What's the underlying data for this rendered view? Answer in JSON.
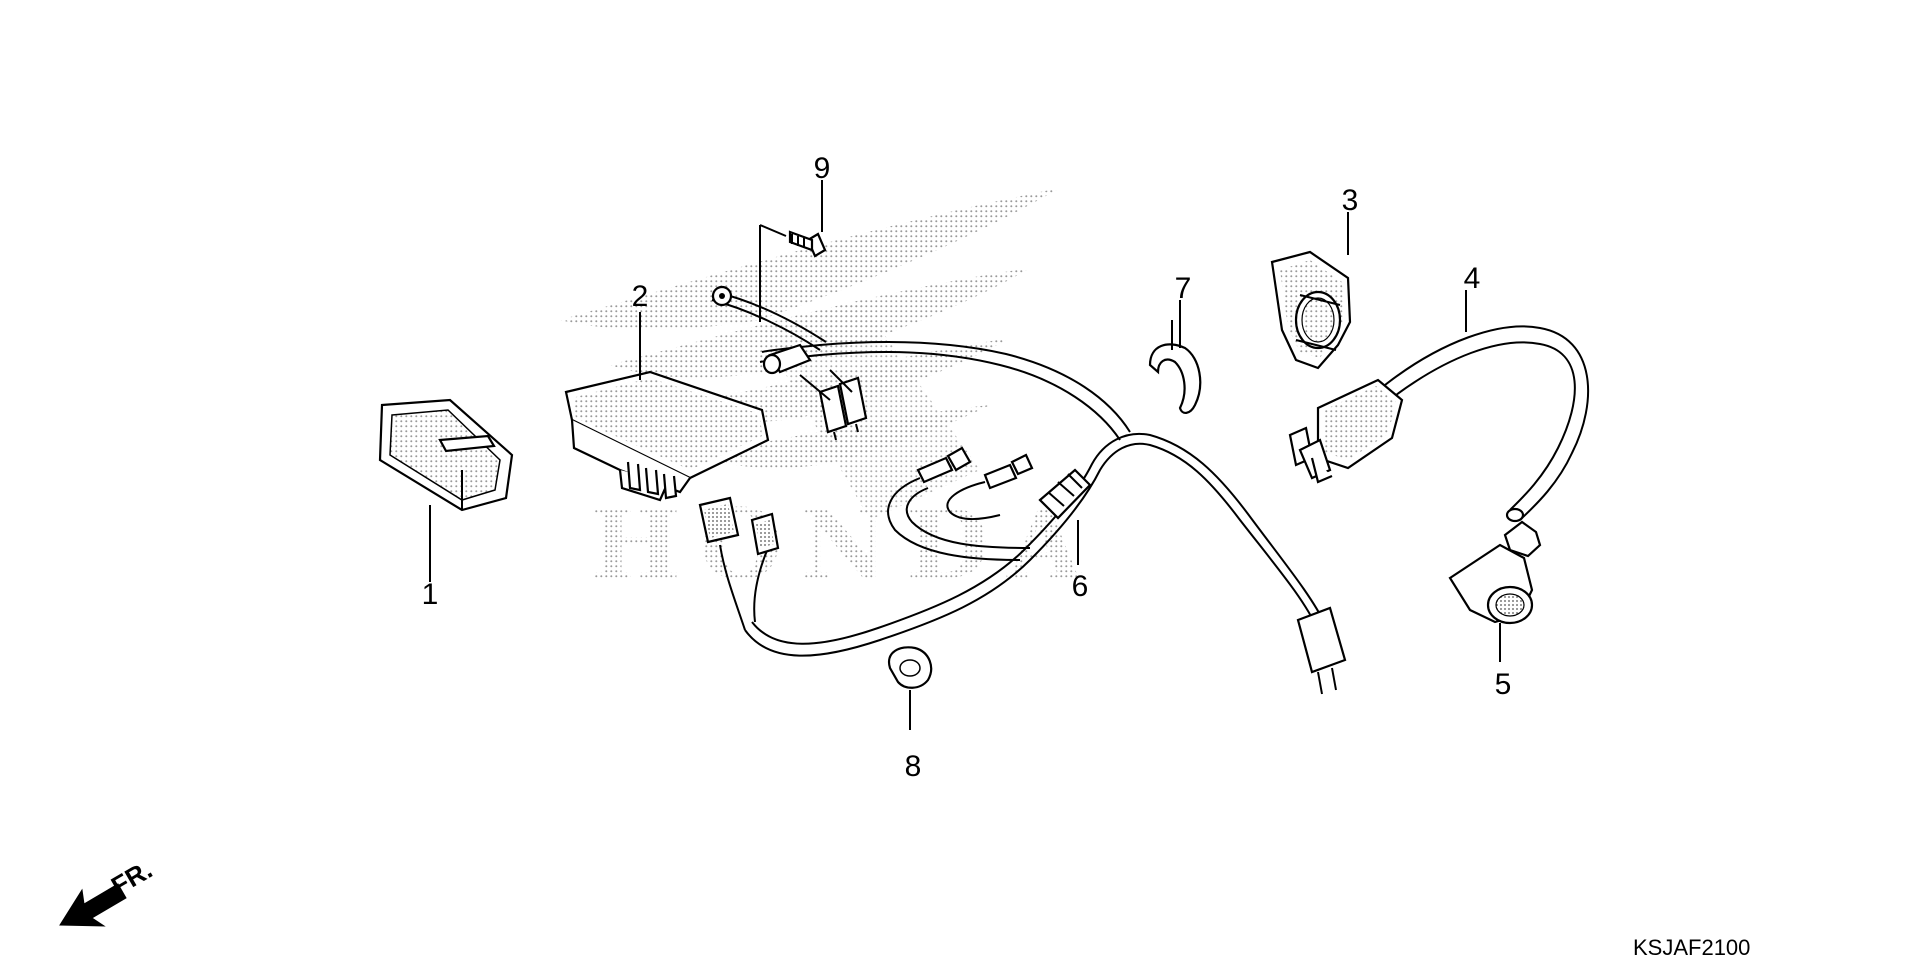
{
  "callouts": [
    {
      "id": "1",
      "label": "1"
    },
    {
      "id": "2",
      "label": "2"
    },
    {
      "id": "3",
      "label": "3"
    },
    {
      "id": "4",
      "label": "4"
    },
    {
      "id": "5",
      "label": "5"
    },
    {
      "id": "6",
      "label": "6"
    },
    {
      "id": "7",
      "label": "7"
    },
    {
      "id": "8",
      "label": "8"
    },
    {
      "id": "9",
      "label": "9"
    }
  ],
  "front_indicator": "FR.",
  "diagram_code": "KSJAF2100",
  "watermark_text": "HONDA",
  "colors": {
    "ink": "#000000",
    "background": "#ffffff",
    "stipple": "#9a9a9a"
  }
}
